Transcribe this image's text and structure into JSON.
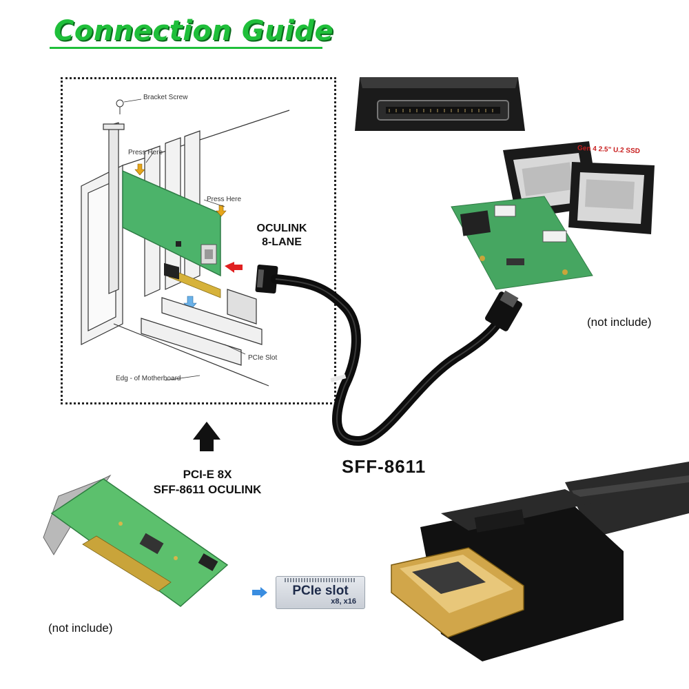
{
  "title": "Connection Guide",
  "diagram_labels": {
    "bracket_screw": "Bracket Screw",
    "press_here_1": "Press Here",
    "press_here_2": "Press Here",
    "pcie_slot": "PCIe Slot",
    "edge_of_motherboard": "Edg - of Motherboard"
  },
  "oculink_label_line1": "OCULINK",
  "oculink_label_line2": "8-LANE",
  "card_label_line1": "PCI-E 8X",
  "card_label_line2": "SFF-8611 OCULINK",
  "cable_label": "SFF-8611",
  "not_include_right": "(not include)",
  "not_include_bottom": "(not include)",
  "pcie_slot_box": {
    "title": "PCIe slot",
    "sub": "x8, x16"
  },
  "ssd_label": "Gen 4 2.5\" U.2 SSD",
  "colors": {
    "title": "#1fbf3a",
    "pcb": "#3aa65a",
    "cable": "#111111",
    "arrow_red": "#e02020"
  }
}
